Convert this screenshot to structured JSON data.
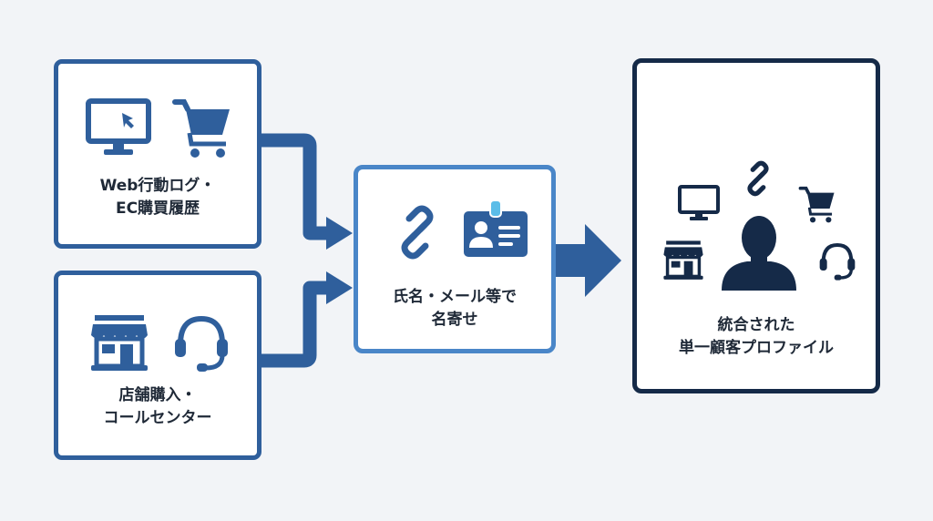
{
  "diagram": {
    "title": "顧客データ統合フロー",
    "sources": [
      {
        "id": "web",
        "label_lines": [
          "Web行動ログ・",
          "EC購買履歴"
        ],
        "icons": [
          "monitor-cursor-icon",
          "shopping-cart-icon"
        ]
      },
      {
        "id": "store",
        "label_lines": [
          "店舗購入・",
          "コールセンター"
        ],
        "icons": [
          "storefront-icon",
          "headset-icon"
        ]
      }
    ],
    "process": {
      "label_lines": [
        "氏名・メール等で",
        "名寄せ"
      ],
      "icons": [
        "chain-link-icon",
        "id-card-icon"
      ]
    },
    "result": {
      "label_lines": [
        "統合された",
        "単一顧客プロファイル"
      ],
      "icons": [
        "person-icon",
        "monitor-icon",
        "chain-link-icon",
        "shopping-cart-icon",
        "storefront-icon",
        "headset-icon"
      ]
    },
    "edges": [
      {
        "from": "web",
        "to": "process"
      },
      {
        "from": "store",
        "to": "process"
      },
      {
        "from": "process",
        "to": "result"
      }
    ],
    "colors": {
      "background": "#f2f4f7",
      "source_blue": "#2f5f9c",
      "process_blue": "#4a86c8",
      "result_navy": "#152a48",
      "arrow_blue": "#2f5f9c",
      "badge_clip": "#5bbde8",
      "text": "#1f2937"
    }
  }
}
